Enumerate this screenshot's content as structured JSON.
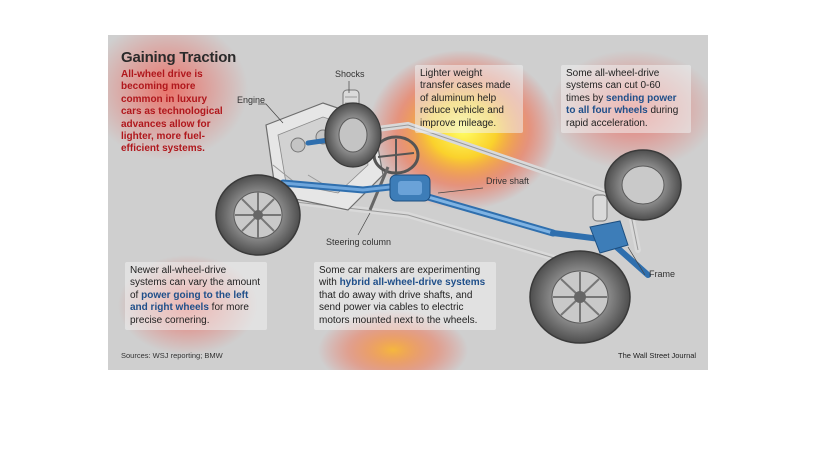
{
  "title": "Gaining Traction",
  "intro": "All-wheel drive is becoming more common in luxury cars as technological advances allow for lighter, more fuel-efficient systems.",
  "labels": {
    "shocks": "Shocks",
    "engine": "Engine",
    "drive_shaft": "Drive shaft",
    "steering_column": "Steering column",
    "frame": "Frame"
  },
  "callouts": {
    "weight": {
      "text": "Lighter weight transfer cases made of aluminum help reduce vehicle and improve mileage."
    },
    "acceleration": {
      "pre": "Some all-wheel-drive systems can cut 0-60 times by ",
      "hl": "sending power to all four wheels",
      "post": " during rapid acceleration."
    },
    "cornering": {
      "pre": "Newer all-wheel-drive systems can vary the amount of ",
      "hl": "power going to the left and right wheels",
      "post": " for more precise cornering."
    },
    "hybrid": {
      "pre": "Some car makers are experimenting with ",
      "hl": "hybrid all-wheel-drive systems",
      "post": " that do away with drive shafts, and send power via cables to electric motors mounted next to the wheels."
    }
  },
  "source": "Sources: WSJ reporting; BMW",
  "credit": "The Wall Street Journal",
  "colors": {
    "accent_red": "#b0171c",
    "highlight_blue": "#1f4f8a",
    "drivetrain_blue": "#3d7db8"
  }
}
